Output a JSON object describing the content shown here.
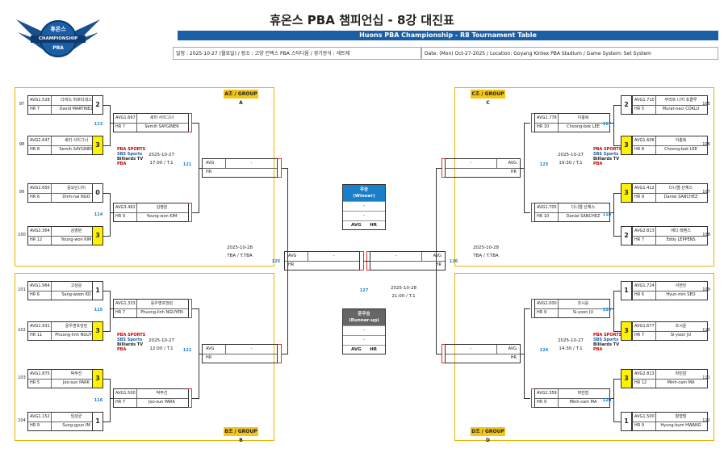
{
  "header": {
    "title": "휴온스 PBA 챔피언십 - 8강 대진표",
    "subtitle": "Huons PBA Championship - R8 Tournament Table",
    "info_kr": "일정 : 2025-10-27 (월요일) / 장소 : 고양 킨텍스 PBA 스타디움 / 경기방식 : 세트제",
    "info_en": "Date: (Mon) Oct-27-2025 / Location: Goyang Kintex PBA Stadium / Game System: Set System",
    "logo_text_top": "휴온스",
    "logo_text_mid": "CHAMPIONSHIP",
    "logo_text_bot": "PBA"
  },
  "groups": {
    "A": "A조 / GROUP A",
    "B": "B조 / GROUP B",
    "C": "C조 / GROUP C",
    "D": "D조 / GROUP D"
  },
  "players": [
    {
      "seed": "97",
      "avg": "AVG1.528",
      "kr": "다비드 마르티네스",
      "hr": "HR 7",
      "en": "David MARTINEZ",
      "score": "2",
      "win": false
    },
    {
      "seed": "98",
      "avg": "AVG2.647",
      "kr": "세미 사이그너",
      "hr": "HR 8",
      "en": "Semih SAYGINER",
      "score": "3",
      "win": true
    },
    {
      "seed": "99",
      "avg": "AVG1.650",
      "kr": "응오딘나이",
      "hr": "HR 6",
      "en": "Dinh-nai NGO",
      "score": "0",
      "win": false
    },
    {
      "seed": "100",
      "avg": "AVG2.364",
      "kr": "김영원",
      "hr": "HR 12",
      "en": "Young-won KIM",
      "score": "3",
      "win": true
    },
    {
      "seed": "101",
      "avg": "AVG1.964",
      "kr": "고상운",
      "hr": "HR 6",
      "en": "Sang-woon KO",
      "score": "1",
      "win": false
    },
    {
      "seed": "102",
      "avg": "AVG1.931",
      "kr": "응우옌프엉린",
      "hr": "HR 11",
      "en": "Phuong-linh NGUYEN",
      "score": "3",
      "win": true
    },
    {
      "seed": "103",
      "avg": "AVG1.875",
      "kr": "박주선",
      "hr": "HR 5",
      "en": "Joo-sun PARK",
      "score": "3",
      "win": true
    },
    {
      "seed": "104",
      "avg": "AVG1.152",
      "kr": "임성균",
      "hr": "HR 9",
      "en": "Sung-gyun IM",
      "score": "1",
      "win": false
    },
    {
      "seed": "105",
      "avg": "AVG1.710",
      "kr": "무라트 나지 초클루",
      "hr": "HR 5",
      "en": "Murat-naci COKLU",
      "score": "2",
      "win": false
    },
    {
      "seed": "106",
      "avg": "AVG1.606",
      "kr": "이충복",
      "hr": "HR 8",
      "en": "Choong-bok LEE",
      "score": "3",
      "win": true
    },
    {
      "seed": "107",
      "avg": "AVG1.412",
      "kr": "다니엘 산체스",
      "hr": "HR 9",
      "en": "Daniel SANCHEZ",
      "score": "3",
      "win": true
    },
    {
      "seed": "108",
      "avg": "AVG2.813",
      "kr": "에디 레펜스",
      "hr": "HR 7",
      "en": "Eddy LEPPENS",
      "score": "2",
      "win": false
    },
    {
      "seed": "109",
      "avg": "AVG1.724",
      "kr": "서현민",
      "hr": "HR 6",
      "en": "Hyun-min SEO",
      "score": "1",
      "win": false
    },
    {
      "seed": "110",
      "avg": "AVG1.677",
      "kr": "조시윤",
      "hr": "HR 7",
      "en": "Si-yoon JU",
      "score": "3",
      "win": true
    },
    {
      "seed": "111",
      "avg": "AVG2.813",
      "kr": "마민캄",
      "hr": "HR 12",
      "en": "Minh-cam MA",
      "score": "3",
      "win": true
    },
    {
      "seed": "112",
      "avg": "AVG1.500",
      "kr": "황형범",
      "hr": "HR 9",
      "en": "Hyung-bum HWANG",
      "score": "1",
      "win": false
    }
  ],
  "qf": [
    {
      "avg": "AVG1.667",
      "kr": "세미 사이그너",
      "hr": "HR 7",
      "en": "Semih SAYGINER",
      "match": "113"
    },
    {
      "avg": "AVG3.462",
      "kr": "김영원",
      "hr": "HR 9",
      "en": "Young-won KIM",
      "match": "114"
    },
    {
      "avg": "AVG1.333",
      "kr": "응우옌프엉린",
      "hr": "HR 7",
      "en": "Phuong-linh NGUYEN",
      "match": "115"
    },
    {
      "avg": "AVG1.500",
      "kr": "박주선",
      "hr": "HR 7",
      "en": "Joo-sun PARK",
      "match": "116"
    },
    {
      "avg": "AVG2.778",
      "kr": "이충복",
      "hr": "HR 10",
      "en": "Choong-bok LEE",
      "match": "117"
    },
    {
      "avg": "AVG1.705",
      "kr": "다니엘 산체스",
      "hr": "HR 10",
      "en": "Daniel SANCHEZ",
      "match": "118"
    },
    {
      "avg": "AVG2.000",
      "kr": "조시윤",
      "hr": "HR 9",
      "en": "Si-yoon JU",
      "match": "119"
    },
    {
      "avg": "AVG2.359",
      "kr": "마민캄",
      "hr": "HR 9",
      "en": "Minh-cam MA",
      "match": "120"
    }
  ],
  "sf": [
    {
      "avg": "AVG",
      "val": "-",
      "hr": "HR",
      "match": "121",
      "date": "2025-10-27",
      "time": "17:00 / T.1"
    },
    {
      "avg": "AVG",
      "val": "-",
      "hr": "HR",
      "match": "122",
      "date": "2025-10-27",
      "time": "12:00 / T.1"
    },
    {
      "avg": "AVG",
      "val": "-",
      "hr": "HR",
      "match": "123",
      "date": "2025-10-27",
      "time": "19:30 / T.1"
    },
    {
      "avg": "AVG",
      "val": "-",
      "hr": "HR",
      "match": "124",
      "date": "2025-10-27",
      "time": "14:30 / T.1"
    }
  ],
  "semis": [
    {
      "avg": "AVG",
      "val": "-",
      "hr": "HR",
      "match": "125",
      "date": "2025-10-28",
      "time": "TBA / T.TBA"
    },
    {
      "avg": "AVG",
      "val": "-",
      "hr": "HR",
      "match": "126",
      "date": "2025-10-28",
      "time": "TBA / T.TBA"
    }
  ],
  "final": {
    "match": "127",
    "date": "2025-10-28",
    "time": "21:00 / T.1",
    "winner_kr": "우승",
    "winner_en": "(Winner)",
    "runner_kr": "준우승",
    "runner_en": "(Runner-up)",
    "dash": "-",
    "avg": "AVG",
    "hr": "HR"
  },
  "sponsor": {
    "a": "PBA SPORTS",
    "b": "SBS Sports",
    "c": "Billiards TV",
    "d": "PBA"
  }
}
